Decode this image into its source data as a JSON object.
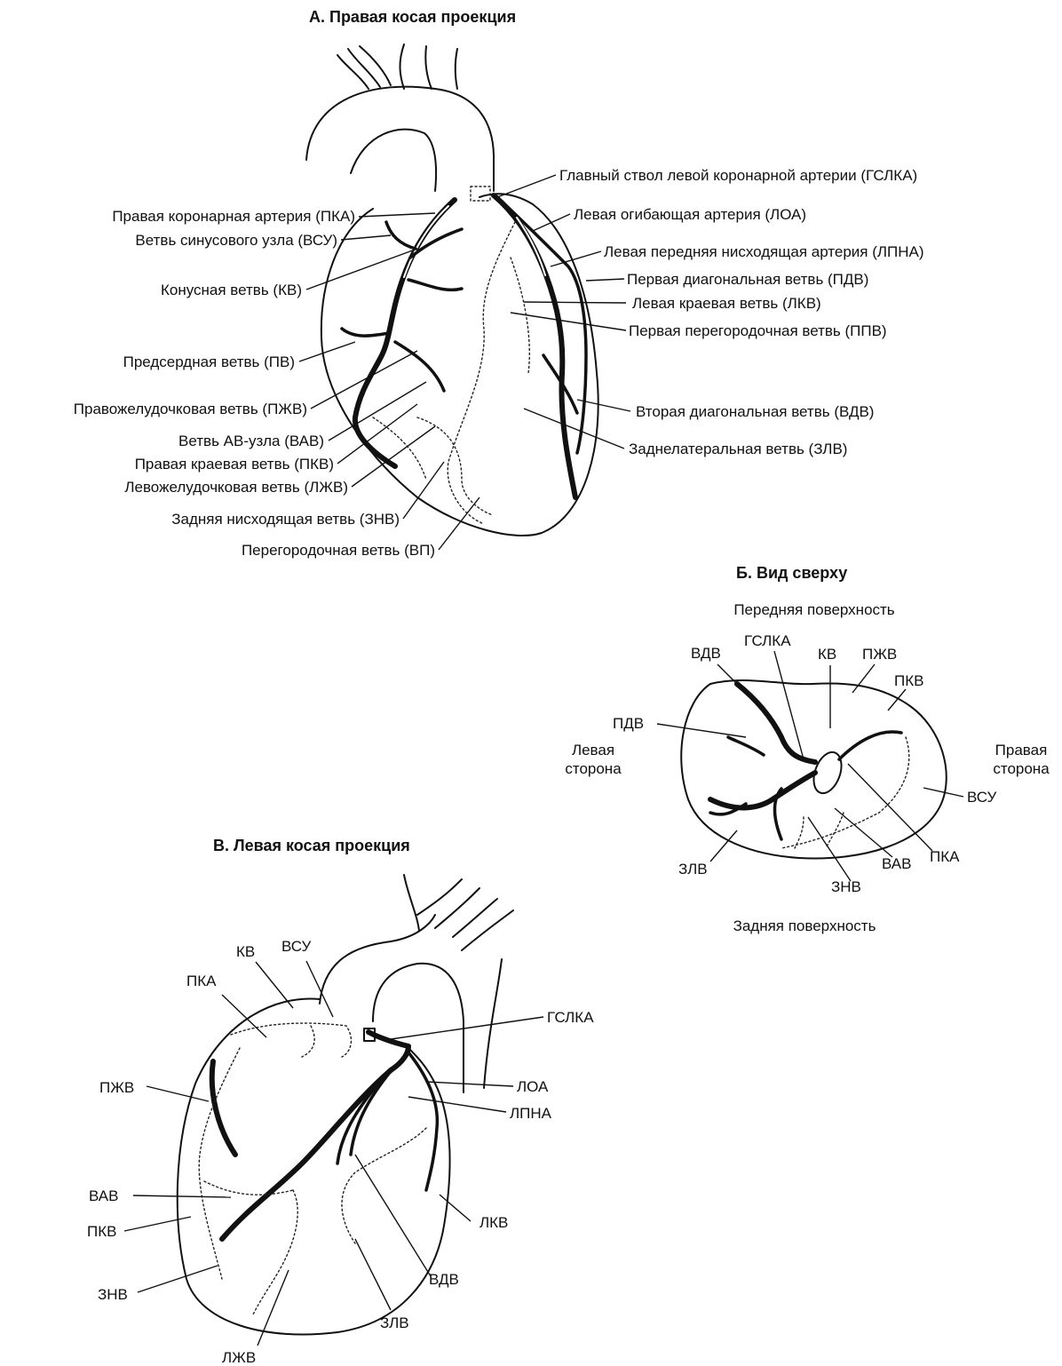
{
  "panel_a": {
    "title": "А.  Правая косая проекция",
    "labels": {
      "pka": "Правая коронарная артерия (ПКА)",
      "vsu": "Ветвь синусового узла (ВСУ)",
      "kv": "Конусная ветвь (КВ)",
      "pv": "Предсердная ветвь (ПВ)",
      "pzhv": "Правожелудочковая ветвь (ПЖВ)",
      "vav": "Ветвь АВ-узла (ВАВ)",
      "pkv": "Правая краевая ветвь (ПКВ)",
      "lzhv": "Левожелудочковая ветвь (ЛЖВ)",
      "znv": "Задняя нисходящая ветвь (ЗНВ)",
      "vp": "Перегородочная ветвь (ВП)",
      "gslka": "Главный ствол левой коронарной артерии (ГСЛКА)",
      "loa": "Левая огибающая артерия (ЛОА)",
      "lpna": "Левая передняя нисходящая артерия (ЛПНА)",
      "pdv": "Первая диагональная ветвь (ПДВ)",
      "lkv": "Левая краевая ветвь (ЛКВ)",
      "ppv": "Первая перегородочная ветвь (ППВ)",
      "vdv": "Вторая диагональная ветвь (ВДВ)",
      "zlv": "Заднелатеральная ветвь (ЗЛВ)"
    }
  },
  "panel_b": {
    "title": "Б.  Вид сверху",
    "front_surface": "Передняя поверхность",
    "back_surface": "Задняя поверхность",
    "left_side_line1": "Левая",
    "left_side_line2": "сторона",
    "right_side_line1": "Правая",
    "right_side_line2": "сторона",
    "labels": {
      "vdv": "ВДВ",
      "gslka": "ГСЛКА",
      "kv": "КВ",
      "pzhv": "ПЖВ",
      "pkv": "ПКВ",
      "pdv": "ПДВ",
      "vsu": "ВСУ",
      "pka": "ПКА",
      "vav": "ВАВ",
      "znv": "ЗНВ",
      "zlv": "ЗЛВ"
    }
  },
  "panel_c": {
    "title": "В.  Левая косая проекция",
    "labels": {
      "kv": "КВ",
      "vsu": "ВСУ",
      "pka": "ПКА",
      "gslka": "ГСЛКА",
      "pzhv": "ПЖВ",
      "loa": "ЛОА",
      "lpna": "ЛПНА",
      "vav": "ВАВ",
      "pkv": "ПКВ",
      "lkv": "ЛКВ",
      "vdv": "ВДВ",
      "znv": "ЗНВ",
      "zlv": "ЗЛВ",
      "lzhv": "ЛЖВ"
    }
  }
}
